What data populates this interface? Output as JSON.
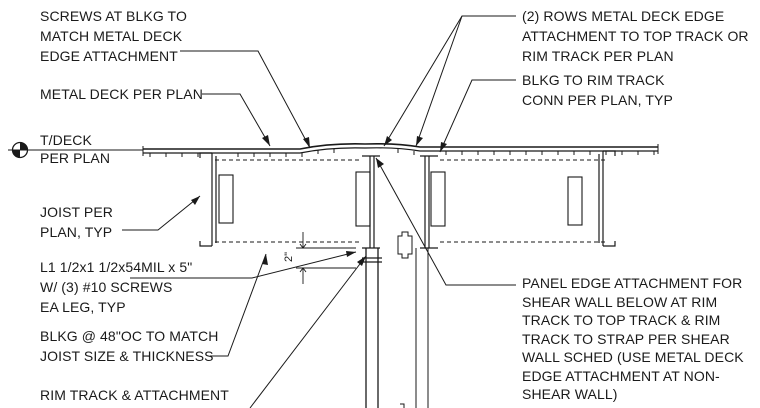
{
  "notes": {
    "screws": [
      "SCREWS AT BLKG TO",
      "MATCH METAL DECK",
      "EDGE ATTACHMENT"
    ],
    "metal_deck": [
      "METAL DECK PER PLAN"
    ],
    "t_deck": [
      "T/DECK",
      "PER PLAN"
    ],
    "joist": [
      "JOIST PER",
      "PLAN, TYP"
    ],
    "angle": [
      "L1 1/2x1 1/2x54MIL x 5\"",
      "W/ (3) #10 SCREWS",
      "EA LEG, TYP"
    ],
    "blkg_48": [
      "BLKG @ 48\"OC TO MATCH",
      "JOIST SIZE & THICKNESS"
    ],
    "rim_track": [
      "RIM TRACK & ATTACHMENT"
    ],
    "rows": [
      "(2) ROWS METAL DECK EDGE",
      "ATTACHMENT TO TOP TRACK OR",
      "RIM TRACK PER PLAN"
    ],
    "blkg_rim": [
      "BLKG TO RIM TRACK",
      "CONN PER PLAN, TYP"
    ],
    "panel_edge": [
      "PANEL EDGE ATTACHMENT FOR",
      "SHEAR WALL BELOW AT RIM",
      "TRACK TO TOP TRACK & RIM",
      "TRACK TO STRAP PER SHEAR",
      "WALL SCHED (USE METAL DECK",
      "EDGE ATTACHMENT AT NON-",
      "SHEAR WALL)"
    ]
  },
  "dimension": {
    "value": "2\""
  }
}
